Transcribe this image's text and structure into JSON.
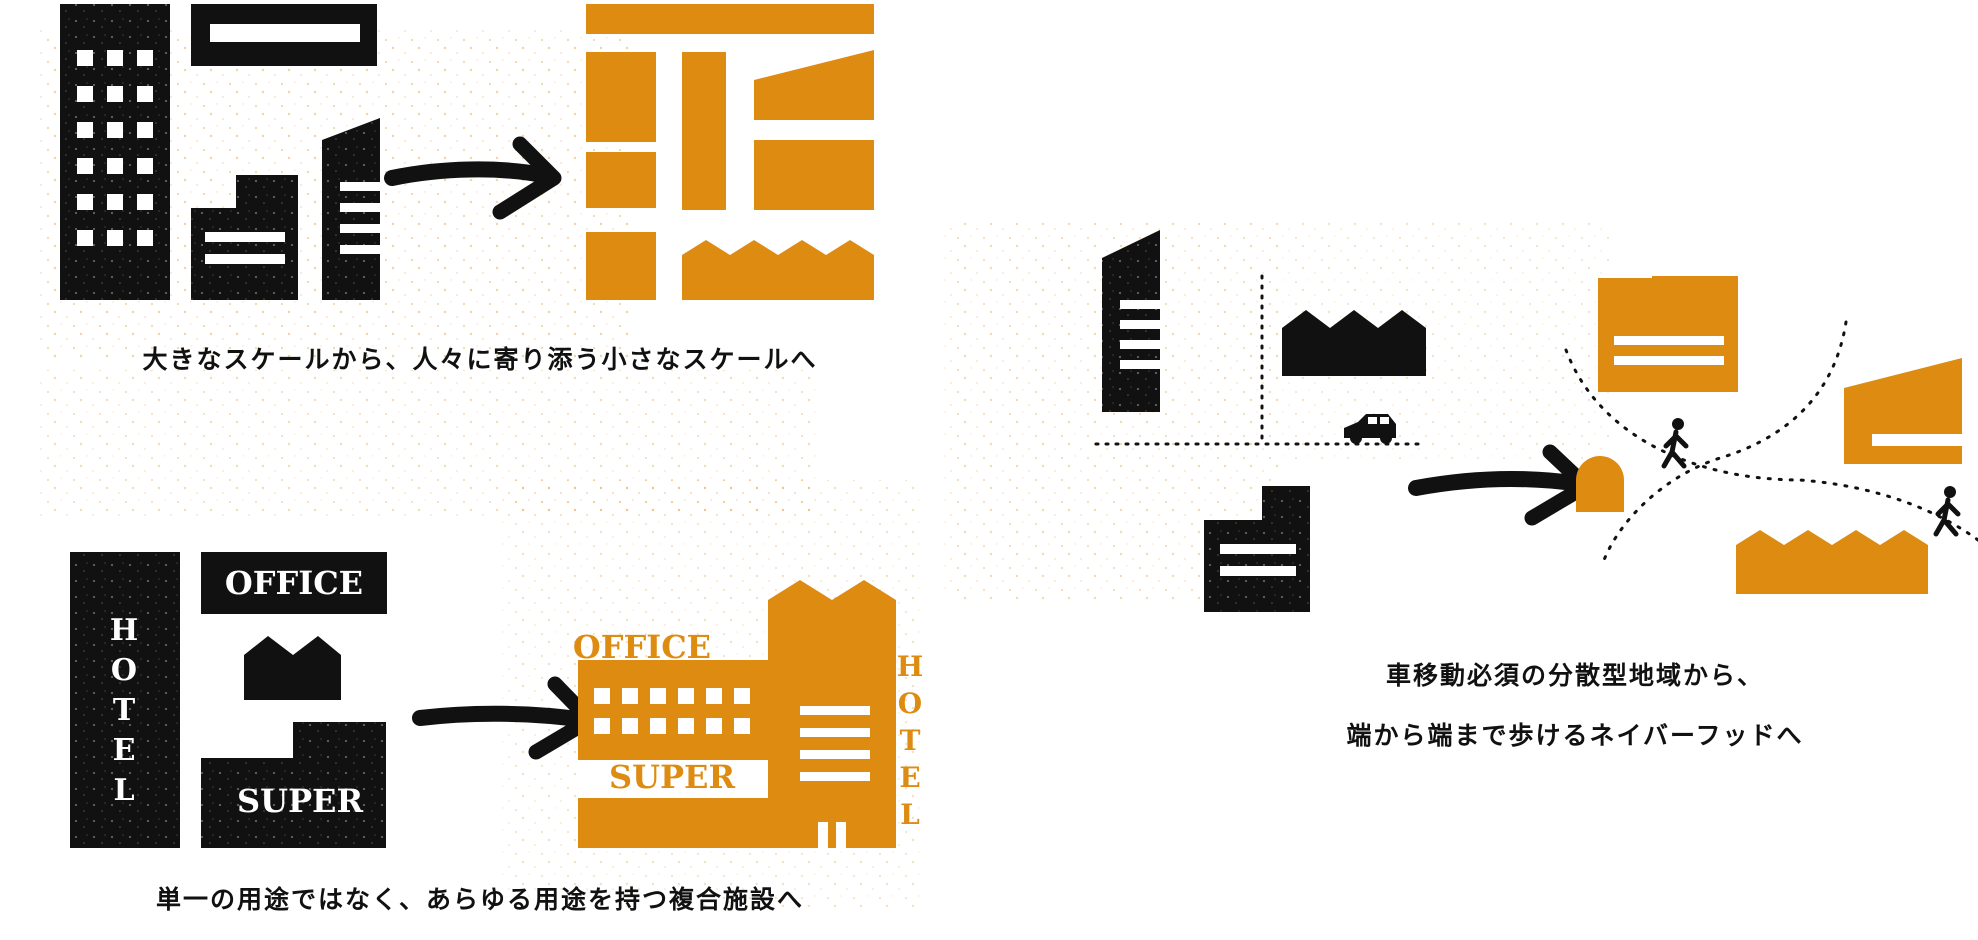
{
  "captions": {
    "scale": "大きなスケールから、人々に寄り添う小さなスケールへ",
    "use": "単一の用途ではなく、あらゆる用途を持つ複合施設へ",
    "mobility_line1": "車移動必須の分散型地域から、",
    "mobility_line2": "端から端まで歩けるネイバーフッドへ"
  },
  "labels": {
    "hotel": "HOTEL",
    "office": "OFFICE",
    "super": "SUPER"
  },
  "colors": {
    "black": "#111111",
    "orange": "#de8b12",
    "white": "#ffffff"
  },
  "icons": {
    "arrow": "right-arrow-icon",
    "car": "car-icon",
    "pedestrian": "walking-person-icon"
  }
}
